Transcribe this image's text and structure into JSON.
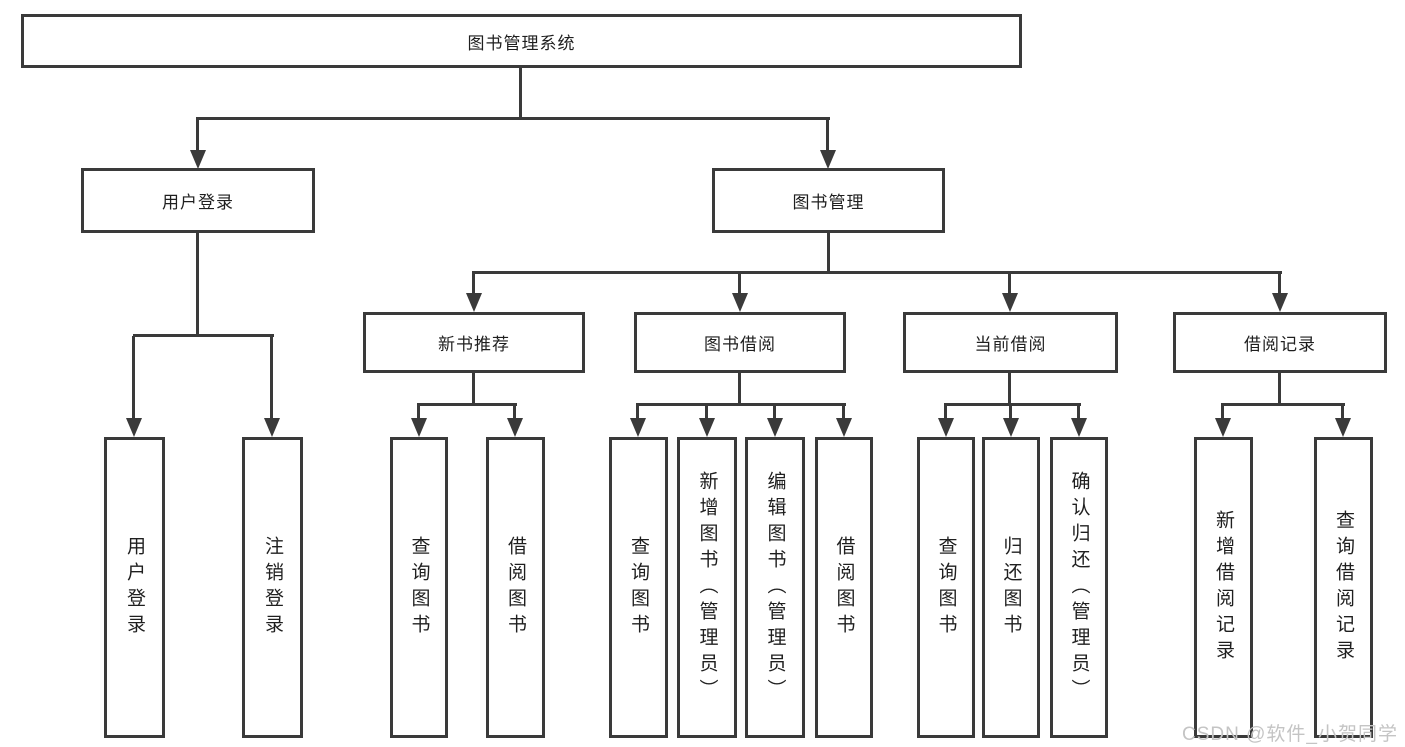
{
  "nodes": {
    "root": "图书管理系统",
    "userLogin": "用户登录",
    "bookMgmt": "图书管理",
    "newBookRec": "新书推荐",
    "bookBorrow": "图书借阅",
    "currentBorrow": "当前借阅",
    "borrowRecords": "借阅记录",
    "leafUserLogin": "用户登录",
    "leafLogout": "注销登录",
    "leafQueryBooksA": "查询图书",
    "leafBorrowBooksA": "借阅图书",
    "leafQueryBooksB": "查询图书",
    "leafAddBooks": "新增图书（管理员）",
    "leafEditBooks": "编辑图书（管理员）",
    "leafBorrowBooksB": "借阅图书",
    "leafQueryBooksC": "查询图书",
    "leafReturnBooks": "归还图书",
    "leafConfirmReturn": "确认归还（管理员）",
    "leafAddBorrowRecord": "新增借阅记录",
    "leafQueryBorrowRecord": "查询借阅记录"
  },
  "watermark": "CSDN @软件_小贺同学",
  "colors": {
    "line": "#3a3a3a",
    "text": "#1f1f1f",
    "background": "#ffffff",
    "watermark": "#c4c4c4"
  }
}
